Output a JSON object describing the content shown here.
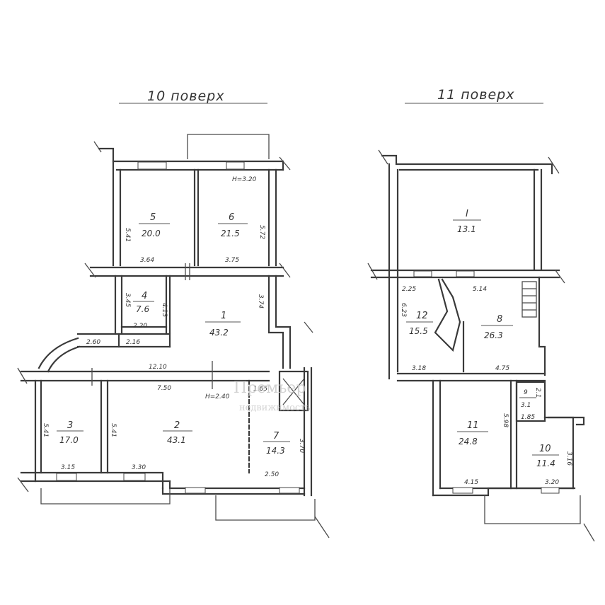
{
  "floors": [
    {
      "title": "10 поверх"
    },
    {
      "title": "11 поверх"
    }
  ],
  "rooms": [
    {
      "id": "5",
      "area": "20.0"
    },
    {
      "id": "6",
      "area": "21.5"
    },
    {
      "id": "4",
      "area": "7.6"
    },
    {
      "id": "1",
      "area": "43.2"
    },
    {
      "id": "3",
      "area": "17.0"
    },
    {
      "id": "2",
      "area": "43.1"
    },
    {
      "id": "7",
      "area": "14.3"
    },
    {
      "id": "I",
      "area": "13.1"
    },
    {
      "id": "12",
      "area": "15.5"
    },
    {
      "id": "8",
      "area": "26.3"
    },
    {
      "id": "11",
      "area": "24.8"
    },
    {
      "id": "9",
      "area": "3.1"
    },
    {
      "id": "10",
      "area": "11.4"
    }
  ],
  "dimensions": [
    "5.41",
    "3.64",
    "H=3.20",
    "5.72",
    "3.75",
    "3.45",
    "4.13",
    "2.20",
    "3.74",
    "2.60",
    "2.16",
    "12.10",
    "7.50",
    "H=2.40",
    "1.65",
    "5.41",
    "5.41",
    "3.15",
    "3.30",
    "3.70",
    "2.50",
    "2.25",
    "5.14",
    "6.23",
    "3.18",
    "4.75",
    "2.1",
    "1.85",
    "5.98",
    "4.15",
    "3.16",
    "3.20"
  ],
  "watermark": {
    "line1": "Премьер",
    "line2": "недвижимость"
  }
}
